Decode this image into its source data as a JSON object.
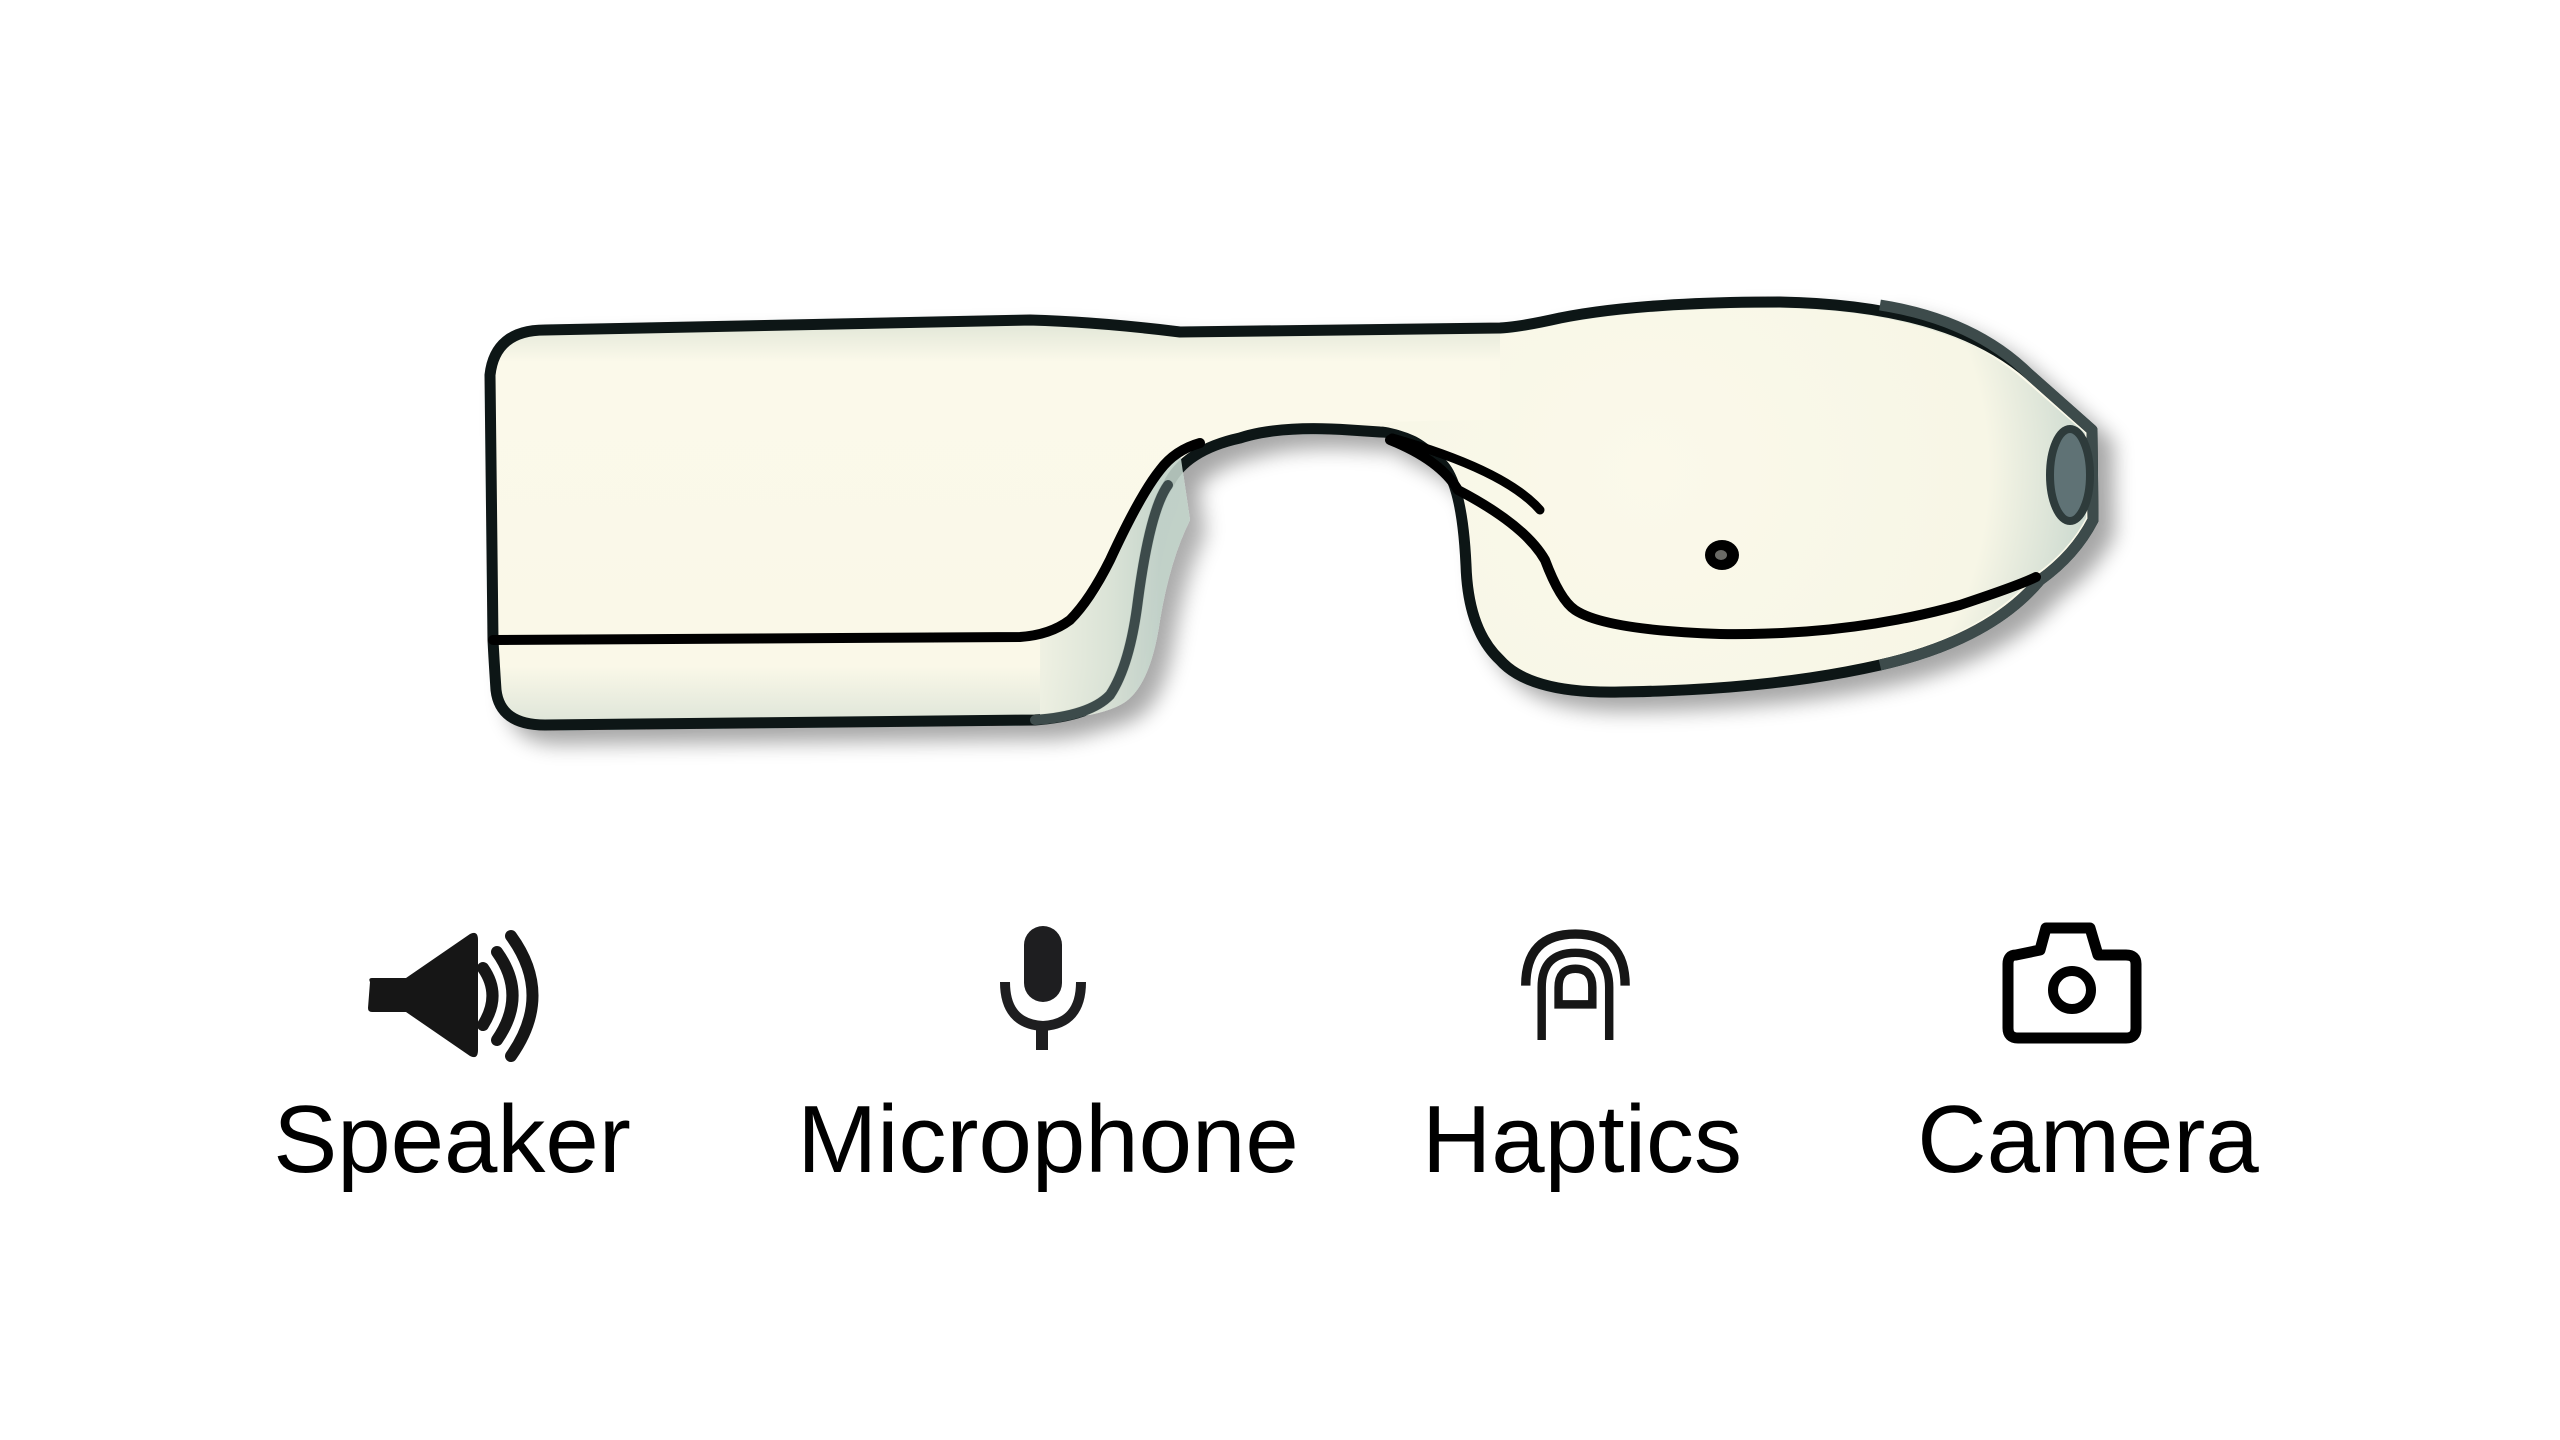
{
  "device": {
    "name": "smart-glasses",
    "colors": {
      "body_fill": "#FBF9EA",
      "body_shade": "#C5D4CB",
      "outline": "#0B1414",
      "outline_shaded": "#3C4C4C",
      "camera_lens": "#5E7275",
      "mic_hole_center": "#6B6B66"
    }
  },
  "features": [
    {
      "label": "Speaker",
      "icon": "speaker-icon"
    },
    {
      "label": "Microphone",
      "icon": "microphone-icon"
    },
    {
      "label": "Haptics",
      "icon": "haptics-finger-icon"
    },
    {
      "label": "Camera",
      "icon": "camera-icon"
    }
  ],
  "icon_color": "#161616"
}
